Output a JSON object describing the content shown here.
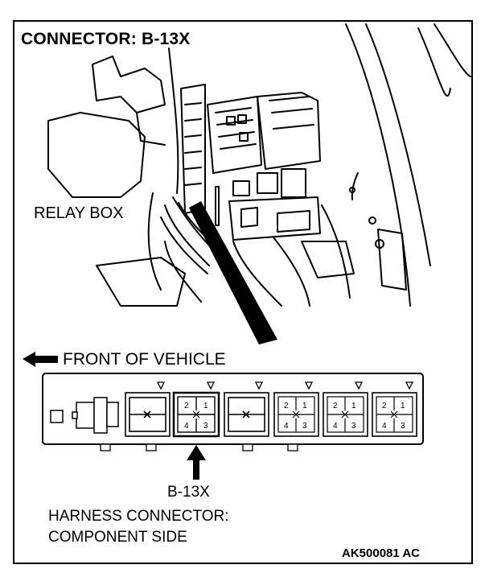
{
  "title": "CONNECTOR: B-13X",
  "relay_label": "RELAY BOX",
  "front_label": "FRONT OF VEHICLE",
  "connector_label": "B-13X",
  "harness_line1": "HARNESS CONNECTOR:",
  "harness_line2": "COMPONENT SIDE",
  "figure_code": "AK500081 AC",
  "pin_numbers": {
    "p1": "1",
    "p2": "2",
    "p3": "3",
    "p4": "4"
  }
}
